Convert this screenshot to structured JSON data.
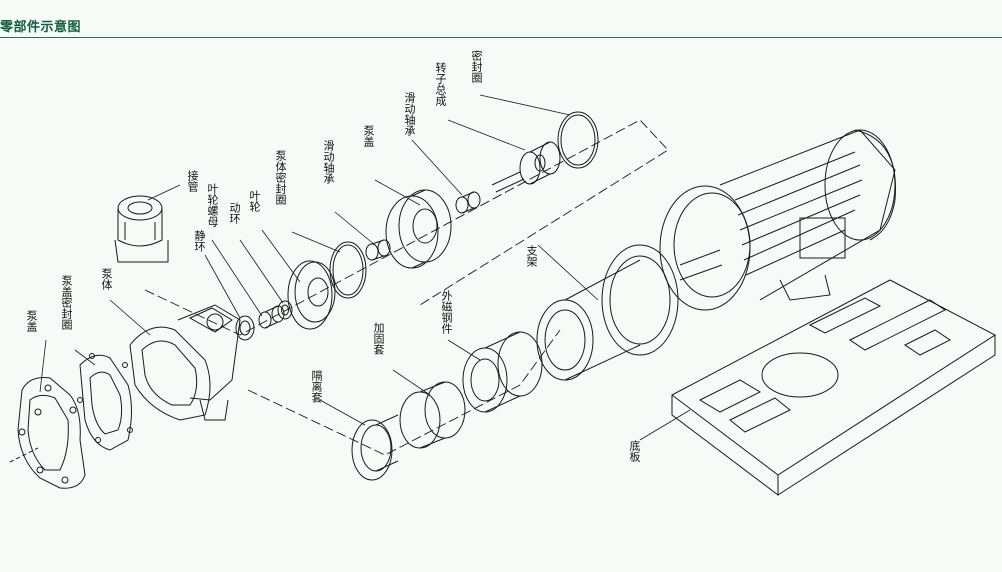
{
  "header": {
    "title": "零部件示意图"
  },
  "colors": {
    "accent": "#0f5e3f",
    "line": "#1a1a1a",
    "background": "#f6fbf8"
  },
  "parts": {
    "pump_cover": "泵盖",
    "pump_cover_seal": "泵盖密封圈",
    "pump_body": "泵体",
    "static_ring": "静环",
    "impeller_nut": "叶轮螺母",
    "moving_ring": "动环",
    "impeller": "叶轮",
    "pump_body_seal": "泵体密封圈",
    "sliding_bearing_1": "滑动轴承",
    "pump_cover_2": "泵盖",
    "sliding_bearing_2": "滑动轴承",
    "rotor_assembly": "转子总成",
    "seal_ring": "密封圈",
    "connector_pipe": "接管",
    "bracket": "支架",
    "outer_magnet": "外磁钢件",
    "reinforce_sleeve": "加固套",
    "isolation_sleeve": "隔离套",
    "base_plate": "底板"
  }
}
